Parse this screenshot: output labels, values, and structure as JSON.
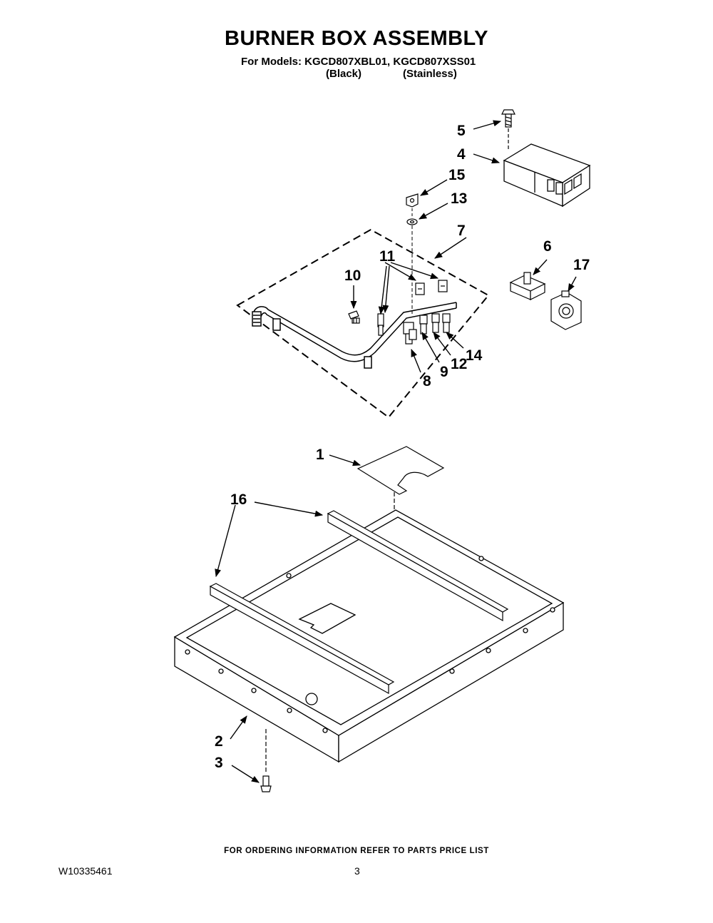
{
  "header": {
    "title": "BURNER BOX ASSEMBLY",
    "subtitle": "For Models: KGCD807XBL01, KGCD807XSS01",
    "variant_black": "(Black)",
    "variant_stainless": "(Stainless)"
  },
  "callouts": [
    "1",
    "2",
    "3",
    "4",
    "5",
    "6",
    "7",
    "8",
    "9",
    "10",
    "11",
    "12",
    "13",
    "14",
    "15",
    "16",
    "17"
  ],
  "footer": {
    "note": "FOR ORDERING INFORMATION REFER TO PARTS PRICE LIST",
    "doc_number": "W10335461",
    "page_number": "3"
  }
}
